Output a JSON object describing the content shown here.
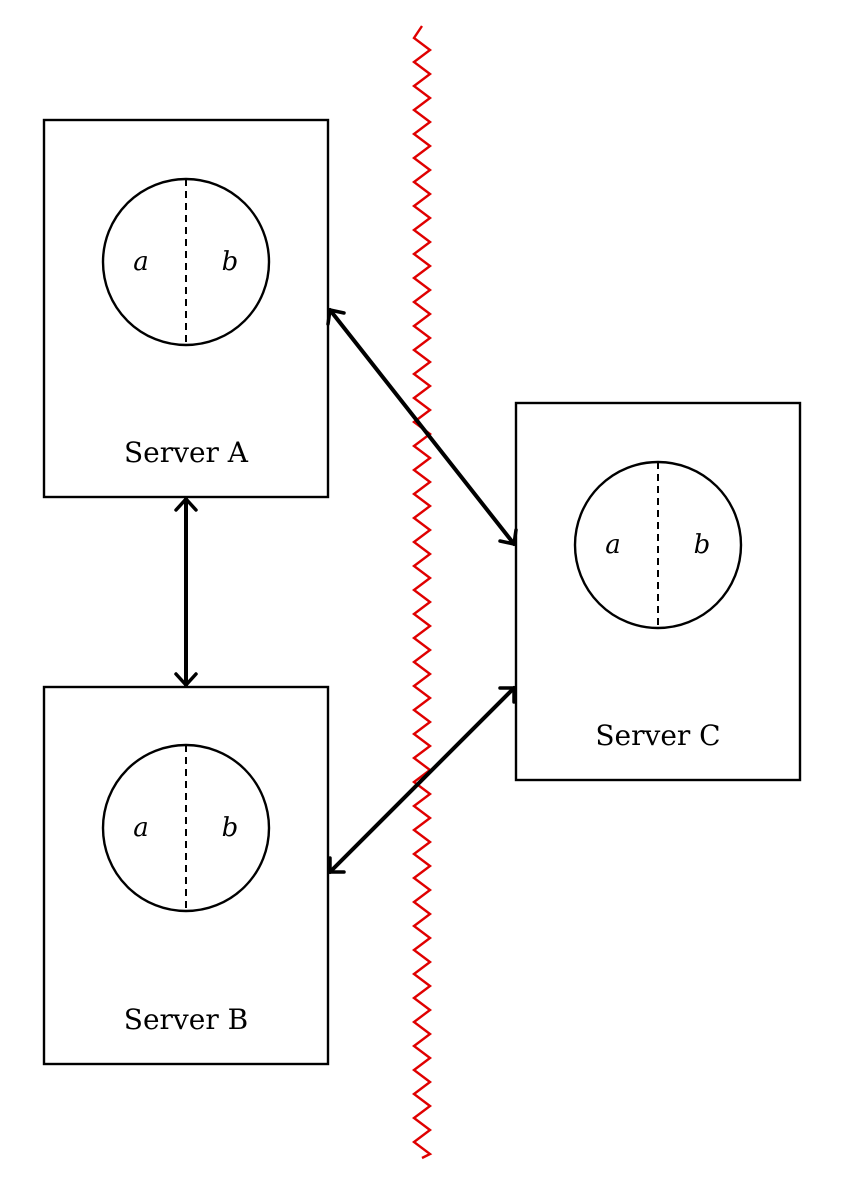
{
  "servers": {
    "a": {
      "label": "Server A",
      "left_var": "a",
      "right_var": "b"
    },
    "b": {
      "label": "Server B",
      "left_var": "a",
      "right_var": "b"
    },
    "c": {
      "label": "Server C",
      "left_var": "a",
      "right_var": "b"
    }
  },
  "colors": {
    "partition": "#e00000",
    "stroke": "#000000"
  }
}
